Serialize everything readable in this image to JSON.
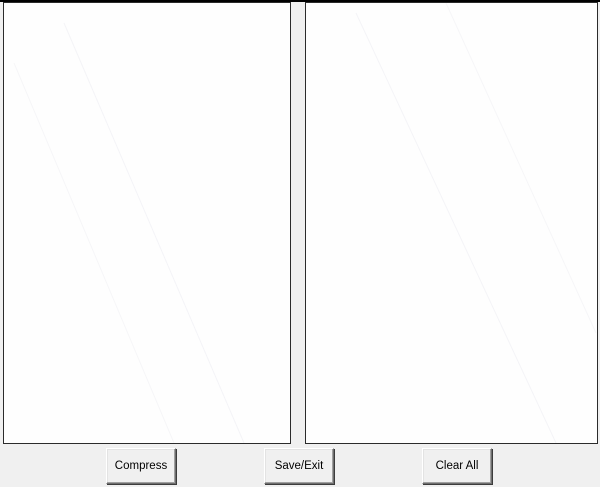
{
  "buttons": {
    "compress_label": "Compress",
    "save_exit_label": "Save/Exit",
    "clear_all_label": "Clear All"
  },
  "colors": {
    "window_background": "#f0f0f0",
    "panel_background": "#fefefe",
    "panel_border": "#2b2b2b"
  }
}
